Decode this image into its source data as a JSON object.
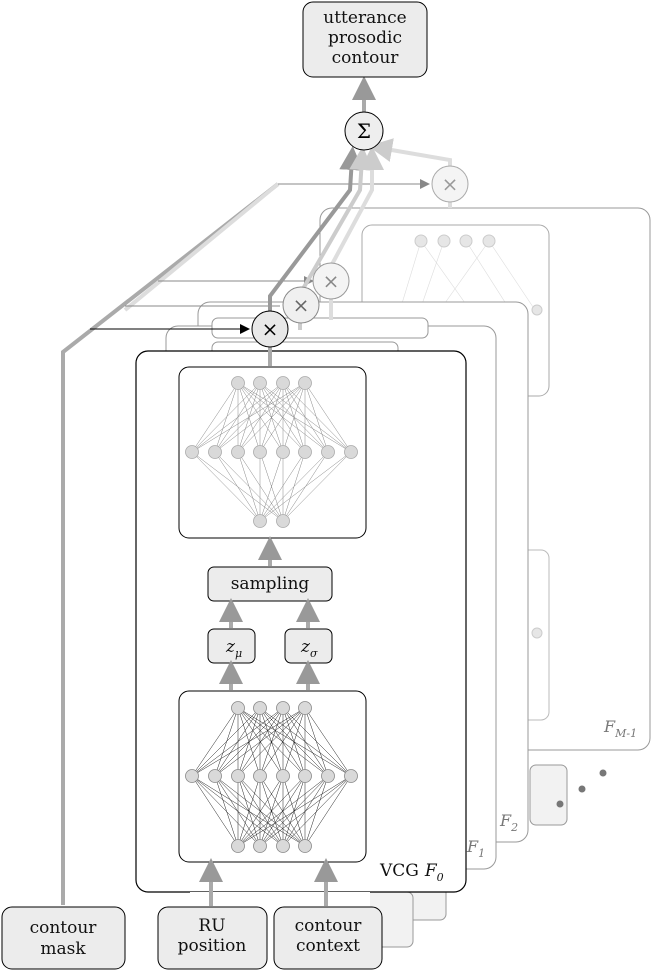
{
  "nodes": {
    "output": {
      "line1": "utterance",
      "line2": "prosodic",
      "line3": "contour"
    },
    "sum": "Σ",
    "multiply": "×",
    "sampling": "sampling",
    "z_mu": {
      "base": "z",
      "sub": "μ"
    },
    "z_sigma": {
      "base": "z",
      "sub": "σ"
    },
    "vcg_label": "VCG",
    "inputs": {
      "mask": {
        "line1": "contour",
        "line2": "mask"
      },
      "position": {
        "line1": "RU",
        "line2": "position"
      },
      "context": {
        "line1": "contour",
        "line2": "context"
      }
    },
    "ellipsis": "• • •"
  },
  "generators": [
    {
      "name": "F",
      "sub": "0"
    },
    {
      "name": "F",
      "sub": "1"
    },
    {
      "name": "F",
      "sub": "2"
    },
    {
      "name": "F",
      "sub": "M-1"
    }
  ],
  "colors": {
    "stroke": "#000000",
    "box_fill": "#eeeeee",
    "arrow_dark": "#999999",
    "arrow_light": "#cccccc",
    "node_fill": "#d9d9d9"
  }
}
